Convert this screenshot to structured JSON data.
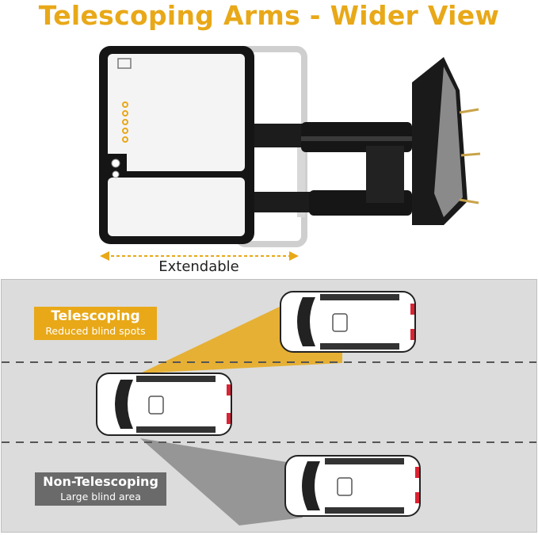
{
  "header": {
    "title": "Telescoping Arms - Wider View"
  },
  "mirror": {
    "extend_label": "Extendable"
  },
  "legend": {
    "telescoping_title": "Telescoping",
    "telescoping_subtitle": "Reduced blind spots",
    "non_telescoping_title": "Non-Telescoping",
    "non_telescoping_subtitle": "Large blind area"
  },
  "colors": {
    "accent": "#e8a818",
    "dark_tag": "#6a6a6a",
    "road": "#dcdcdc"
  },
  "icons": [
    "heated-mirror-icon",
    "turn-signal-lights",
    "puddle-light",
    "double-arrow-icon"
  ]
}
